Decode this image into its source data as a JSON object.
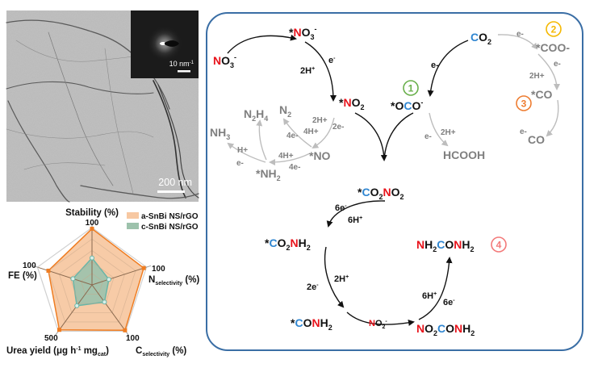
{
  "colors": {
    "nitrogen_red": "#e8131b",
    "carbon_blue": "#2f86d1",
    "black": "#111111",
    "gray_text": "#7f7f7f",
    "gray_arrow": "#bdbdbd",
    "box_border": "#3a6ea5",
    "orange_fill": "#f7c8a2",
    "orange_line": "#ef7d22",
    "teal_fill": "#9dc2ac",
    "teal_line": "#6ab5a7",
    "circle_1": "#6ab04c",
    "circle_2": "#f5b800",
    "circle_3": "#ee7d32",
    "circle_4": "#f37a7a"
  },
  "tem": {
    "scale_bar_label": "200 nm",
    "inset_scale_bar_label": "10 nm-1",
    "inset_scale_main": "10 nm",
    "inset_scale_sup": "-1"
  },
  "chart_data": {
    "type": "radar",
    "title": "",
    "axes": [
      {
        "label": "Stability (%)",
        "label_main": "Stability (%)",
        "max_label": "100",
        "max": 100
      },
      {
        "label": "Nselectivity (%)",
        "label_main": "N",
        "label_sub": "selectivity",
        "label_tail": " (%)",
        "max_label": "100",
        "max": 100
      },
      {
        "label": "Cselectivity (%)",
        "label_main": "C",
        "label_sub": "selectivity",
        "label_tail": " (%)",
        "max_label": "100",
        "max": 100
      },
      {
        "label": "Urea yield (μg h-1 mgcat-1)",
        "label_main": "Urea yield (μg h",
        "label_sup1": "-1",
        "label_mid": " mg",
        "label_sub": "cat",
        "label_sup2": "-1",
        "label_tail": ")",
        "max_label": "500",
        "max": 500
      },
      {
        "label": "FE (%)",
        "label_main": "FE (%)",
        "max_label": "100",
        "max": 100
      }
    ],
    "grid_levels": 5,
    "series": [
      {
        "name": "a-SnBi NS/rGO",
        "values": [
          98,
          95,
          98,
          485,
          80
        ]
      },
      {
        "name": "c-SnBi NS/rGO",
        "values": [
          47,
          31,
          37,
          225,
          35
        ]
      }
    ],
    "legend": [
      "a-SnBi NS/rGO",
      "c-SnBi NS/rGO"
    ],
    "legend_position": "top-right"
  },
  "scheme": {
    "nitrate_branch": {
      "no3_free": {
        "n": "N",
        "rest": "O",
        "sub": "3",
        "sup": "-"
      },
      "no3_ads": {
        "star": "*",
        "n": "N",
        "rest": "O",
        "sub": "3",
        "sup": "-"
      },
      "step1_e": "e",
      "step1_e_sup": "-",
      "step1_h": "2H",
      "step1_h_sup": "+",
      "no2_ads": {
        "star": "*",
        "n": "N",
        "rest": "O",
        "sub": "2"
      }
    },
    "nitrate_side": {
      "n2h4": {
        "a": "N",
        "a_sub": "2",
        "b": "H",
        "b_sub": "4"
      },
      "n2": {
        "a": "N",
        "a_sub": "2"
      },
      "nh3": {
        "a": "NH",
        "a_sub": "3"
      },
      "no_ads": "*NO",
      "nh2_ads": {
        "a": "*NH",
        "a_sub": "2"
      },
      "lbl_2h": "2H+",
      "lbl_2e": "2e-",
      "lbl_4h_top": "4H+",
      "lbl_4e_top": "4e-",
      "lbl_4h_bot": "4H+",
      "lbl_4e_bot": "4e-",
      "lbl_h": "H+",
      "lbl_e": "e-"
    },
    "co2_branch": {
      "co2": {
        "c": "C",
        "rest": "O",
        "sub": "2"
      },
      "oco_ads": {
        "star": "*",
        "o1": "O",
        "c": "C",
        "o2": "O",
        "sup": "-"
      },
      "lbl_e": "e-",
      "hcooh": "HCOOH",
      "lbl_side_e": "e-",
      "lbl_side_2h": "2H+",
      "coo_ads": "*COO-",
      "co_ads": "*CO",
      "co": "CO",
      "lbl_coo_e": "e-",
      "lbl_co_e": "e-",
      "lbl_co_2h": "2H+"
    },
    "coupling": {
      "co2no2_ads": "*CO2NO2",
      "lbl_6e": "6e-",
      "lbl_6h": "6H+",
      "co2nh2_ads": "*CO2NH2",
      "lbl_2h": "2H+",
      "lbl_2e": "2e-",
      "conh2_ads": "*CONH2",
      "no2_minus": "NO2-",
      "no2conh2": "NO2CONH2",
      "lbl_6h_b": "6H+",
      "lbl_6e_b": "6e-",
      "urea": "NH2CONH2"
    },
    "circles": [
      "1",
      "2",
      "3",
      "4"
    ]
  }
}
